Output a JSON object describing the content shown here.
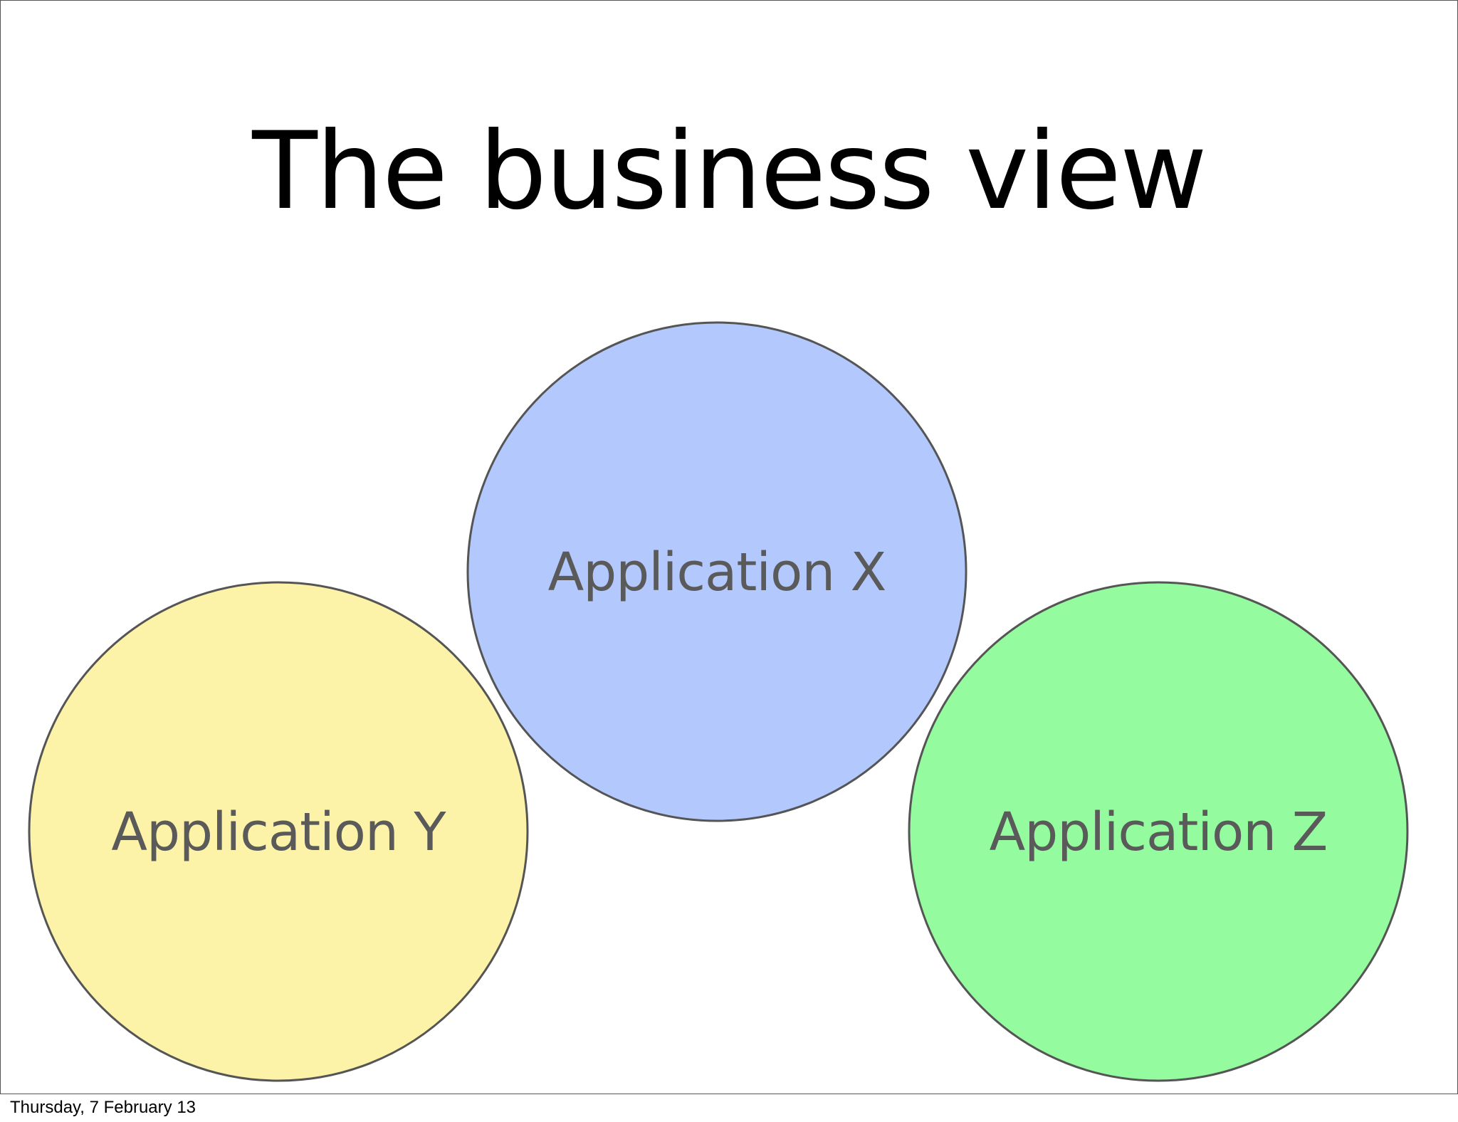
{
  "slide": {
    "title": "The business view",
    "footer_date": "Thursday, 7 February 13"
  },
  "diagram": {
    "nodes": [
      {
        "id": "x",
        "label": "Application X",
        "fill": "#b3c9fd",
        "stroke": "#555555"
      },
      {
        "id": "y",
        "label": "Application Y",
        "fill": "#fdf3a8",
        "stroke": "#555555"
      },
      {
        "id": "z",
        "label": "Application Z",
        "fill": "#94fb9f",
        "stroke": "#555555"
      }
    ]
  }
}
